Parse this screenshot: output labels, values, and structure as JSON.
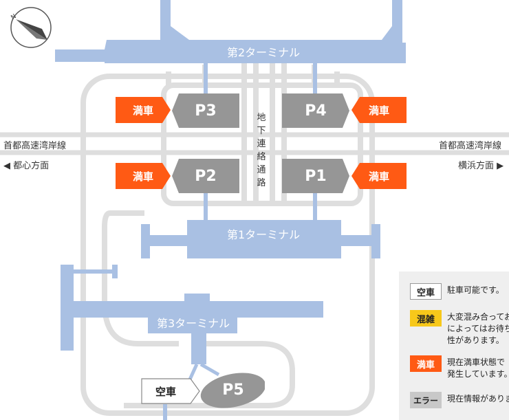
{
  "terminals": {
    "t2": "第2ターミナル",
    "t1": "第1ターミナル",
    "t3": "第3ターミナル"
  },
  "roads": {
    "expressway_left": "首都高速湾岸線",
    "expressway_right": "首都高速湾岸線",
    "toward_left": "◀ 都心方面",
    "toward_right": "横浜方面 ▶"
  },
  "tunnel_label": "地下連絡通路",
  "parking": [
    {
      "id": "P3",
      "status": "満車"
    },
    {
      "id": "P4",
      "status": "満車"
    },
    {
      "id": "P2",
      "status": "満車"
    },
    {
      "id": "P1",
      "status": "満車"
    },
    {
      "id": "P5",
      "status": "空車"
    }
  ],
  "legend": [
    {
      "badge": "空車",
      "text": [
        "駐車可能です。"
      ]
    },
    {
      "badge": "混雑",
      "text": [
        "大変混み合ってお",
        "によってはお待ち",
        "性があります。"
      ]
    },
    {
      "badge": "満車",
      "text": [
        "現在満車状態で",
        "発生しています。"
      ]
    },
    {
      "badge": "エラー",
      "text": [
        "現在情報がありま"
      ]
    }
  ],
  "colors": {
    "terminal": "#a9c0e3",
    "road": "#dedede",
    "parking": "#969696",
    "full": "#ff5a14",
    "congested": "#f7c81a",
    "empty": "#ffffff",
    "error": "#c8c8c8"
  },
  "compass_icon": "north-arrow-compass"
}
